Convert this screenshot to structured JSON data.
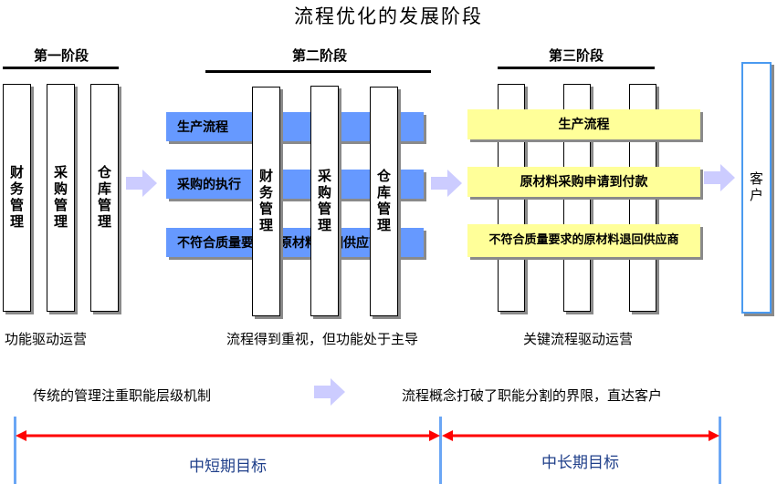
{
  "title": "流程优化的发展阶段",
  "stages": [
    {
      "label": "第一阶段",
      "pillars": [
        "财务管理",
        "采购管理",
        "仓库管理"
      ],
      "caption": "功能驱动运营"
    },
    {
      "label": "第二阶段",
      "pillars": [
        "财务管理",
        "采购管理",
        "仓库管理"
      ],
      "processes": [
        "生产流程",
        "采购的执行",
        "不符合质量要求的原材料退回供应商"
      ],
      "caption": "流程得到重视，但功能处于主导"
    },
    {
      "label": "第三阶段",
      "processes": [
        "生产流程",
        "原材料采购申请到付款",
        "不符合质量要求的原材料退回供应商"
      ],
      "caption": "关键流程驱动运营"
    }
  ],
  "customer": "客户",
  "bottom": {
    "left_note": "传统的管理注重职能层级机制",
    "right_note": "流程概念打破了职能分割的界限，直达客户",
    "short_goal": "中短期目标",
    "long_goal": "中长期目标"
  },
  "colors": {
    "process_blue": "#6699ff",
    "process_yellow": "#ffff99",
    "arrow_fill": "#ccccff",
    "timeline_red": "#ff0000",
    "divider_blue": "#6aa6f5",
    "goal_text": "#1f3f8a"
  }
}
